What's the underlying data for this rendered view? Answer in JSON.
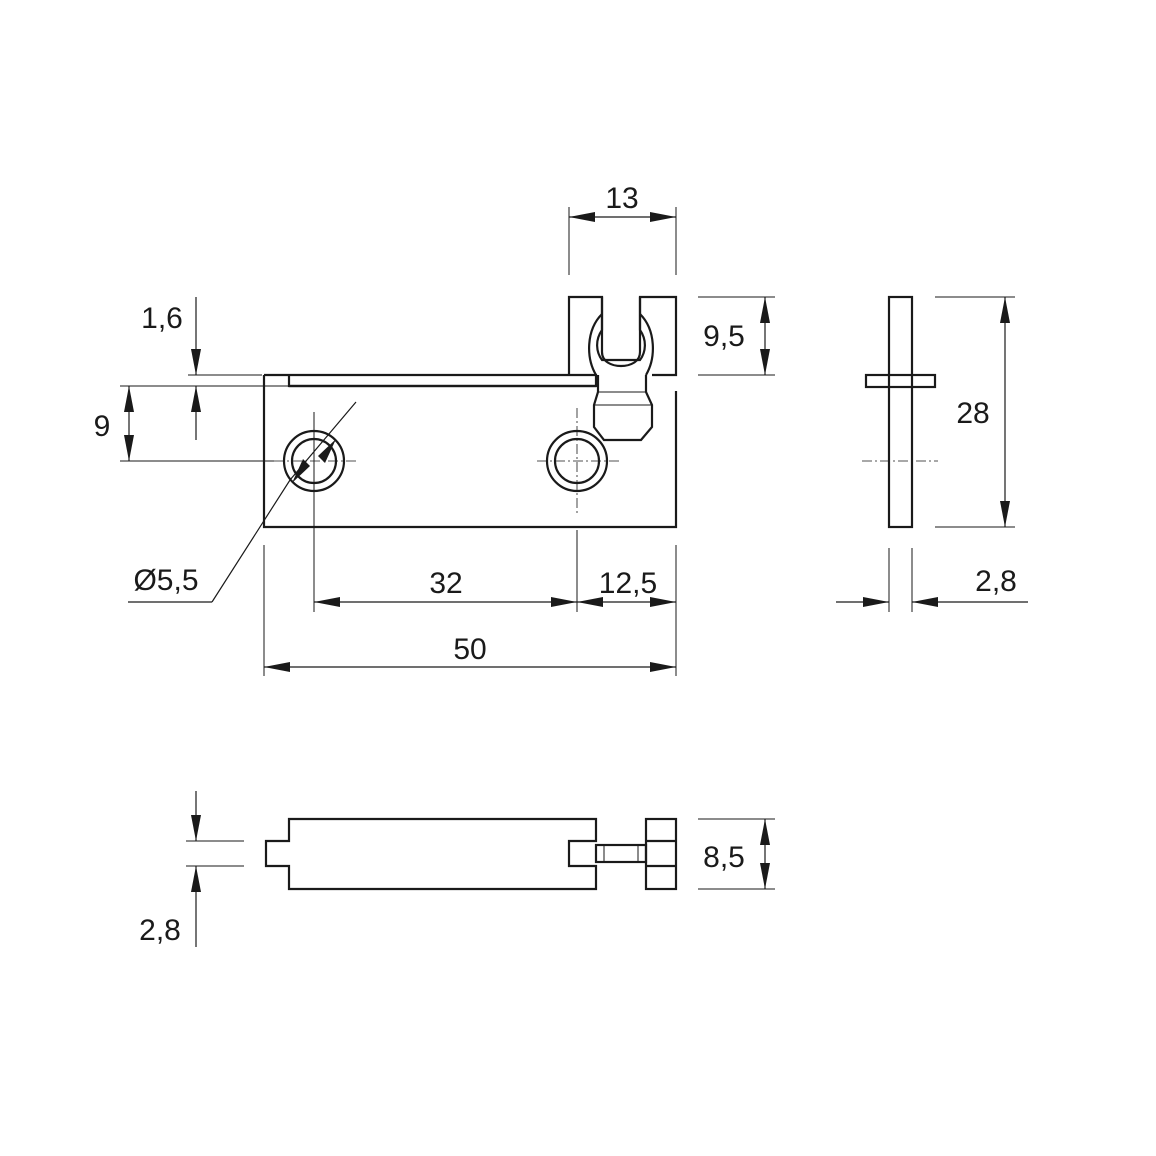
{
  "dimensions": {
    "overall_length": "50",
    "hole_spacing": "32",
    "edge_offset": "12,5",
    "hook_width": "13",
    "hook_height": "9,5",
    "plate_step": "1,6",
    "hole_height": "9",
    "hole_diameter": "Ø5,5",
    "side_height": "28",
    "side_thickness": "2,8",
    "bottom_thickness": "2,8",
    "bottom_hook_depth": "8,5"
  }
}
